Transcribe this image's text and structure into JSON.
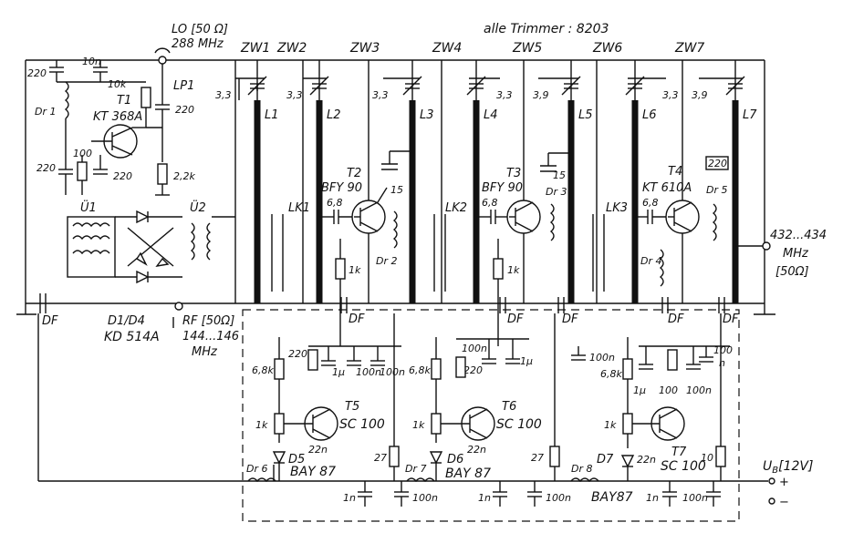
{
  "header": {
    "trimmer_note": "alle Trimmer : 8203"
  },
  "ports": {
    "lo_label": "LO [50 Ω]",
    "lo_freq": "288 MHz",
    "rf_label": "RF [50Ω]",
    "rf_freq_1": "144...146",
    "rf_freq_2": "MHz",
    "out_freq_1": "432...434",
    "out_freq_2": "MHz",
    "out_imp": "[50Ω]",
    "supply": "U",
    "supply_sub": "B",
    "supply_val": "[12V]",
    "plus": "+",
    "minus": "−"
  },
  "walls": [
    "ZW1",
    "ZW2",
    "ZW3",
    "ZW4",
    "ZW5",
    "ZW6",
    "ZW7"
  ],
  "lines": [
    "L1",
    "L2",
    "L3",
    "L4",
    "L5",
    "L6",
    "L7"
  ],
  "couplers": [
    "LK1",
    "LK2",
    "LK3"
  ],
  "filters": {
    "lp1": "LP1",
    "u1": "Ü1",
    "u2": "Ü2"
  },
  "mixer_diodes": {
    "ref": "D1/D4",
    "type": "KD 514A"
  },
  "transistors": [
    {
      "ref": "T1",
      "type": "KT 368A"
    },
    {
      "ref": "T2",
      "type": "BFY 90"
    },
    {
      "ref": "T3",
      "type": "BFY 90"
    },
    {
      "ref": "T4",
      "type": "KT 610A"
    },
    {
      "ref": "T5",
      "type": "SC 100"
    },
    {
      "ref": "T6",
      "type": "SC 100"
    },
    {
      "ref": "T7",
      "type": "SC 100"
    }
  ],
  "zener_diodes": [
    {
      "ref": "D5",
      "type": "BAY 87"
    },
    {
      "ref": "D6",
      "type": "BAY 87"
    },
    {
      "ref": "D7",
      "type": "BAY87"
    }
  ],
  "chokes": {
    "dr1": "Dr 1",
    "dr2": "Dr 2",
    "dr3": "Dr 3",
    "dr4": "Dr 4",
    "dr5": "Dr 5",
    "dr6": "Dr 6",
    "dr7": "Dr 7",
    "dr8": "Dr 8"
  },
  "feedthrough": "DF",
  "values": {
    "c220": "220",
    "c10n": "10n",
    "r10k": "10k",
    "r100": "100",
    "r22k": "2,2k",
    "c33": "3,3",
    "c39": "3,9",
    "c68": "6,8",
    "c15": "15",
    "r1k": "1k",
    "r68k": "6,8k",
    "c1u": "1μ",
    "c100n": "100n",
    "c22n": "22n",
    "r27": "27",
    "r10": "10",
    "c1n": "1n",
    "n": "n"
  }
}
